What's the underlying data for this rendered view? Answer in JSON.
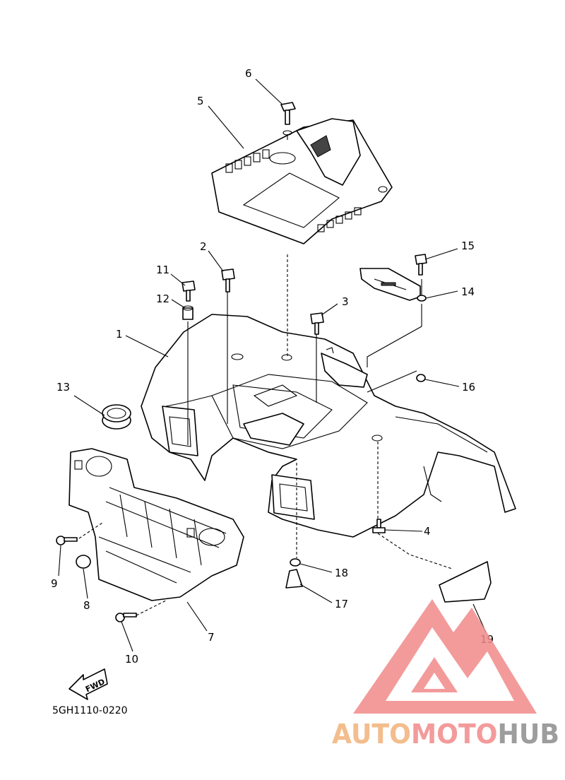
{
  "callouts": [
    "1",
    "2",
    "3",
    "4",
    "5",
    "6",
    "7",
    "8",
    "9",
    "10",
    "11",
    "12",
    "13",
    "14",
    "15",
    "16",
    "17",
    "18",
    "19"
  ],
  "diagram_code": "5GH1110-0220",
  "fwd_label": "FWD",
  "watermark": {
    "part1": "AUTO",
    "part2": "MOTO",
    "part3": "HUB",
    "color_orange": "#f2b27a",
    "color_red": "#f28a8a",
    "color_gray": "#8c8c8c"
  }
}
